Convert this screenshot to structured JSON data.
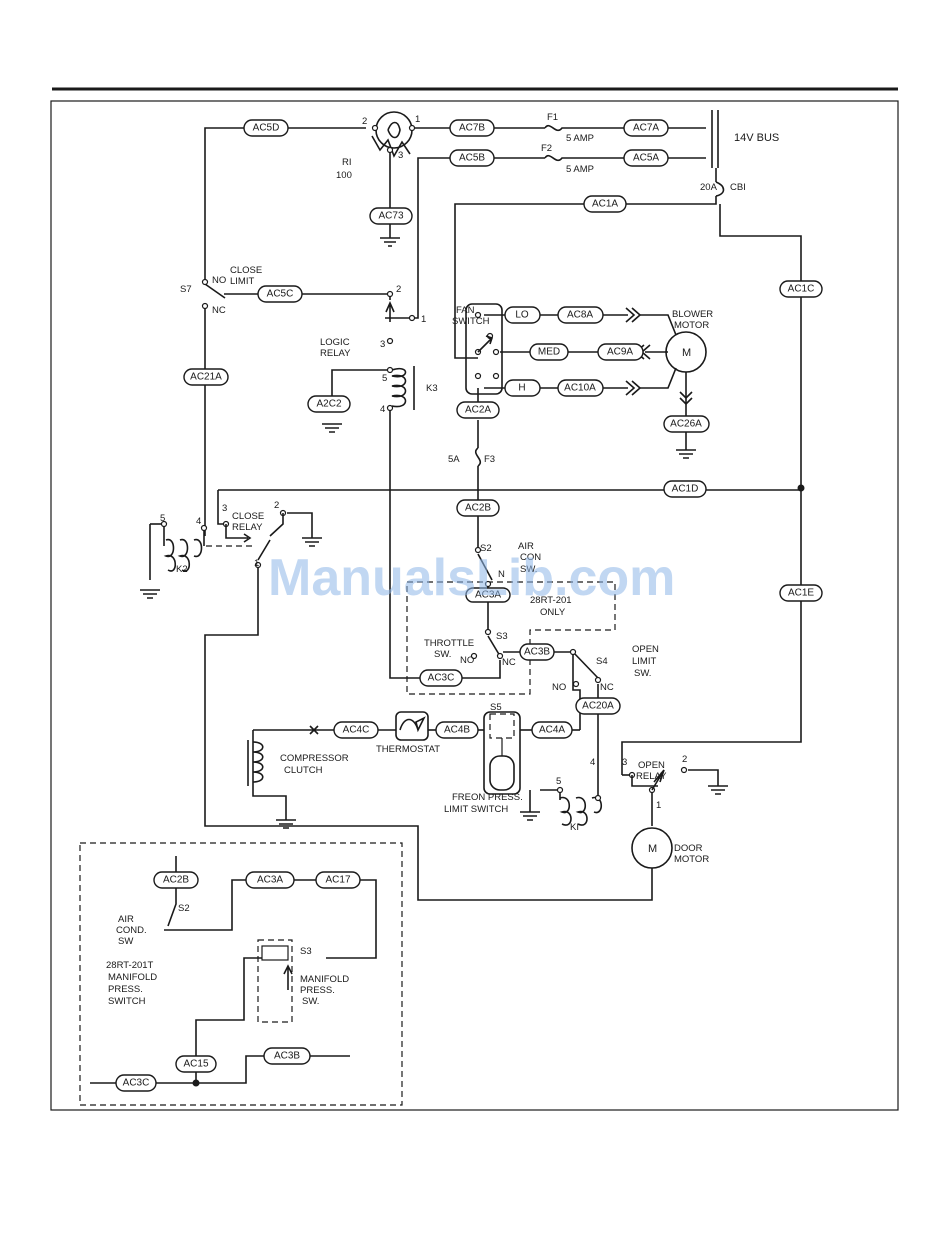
{
  "wires": {
    "ac5d": "AC5D",
    "ac7b": "AC7B",
    "ac7a": "AC7A",
    "ac5b": "AC5B",
    "ac5a": "AC5A",
    "ac73": "AC73",
    "ac1a": "AC1A",
    "ac1c": "AC1C",
    "ac5c": "AC5C",
    "ac8a": "AC8A",
    "ac9a": "AC9A",
    "ac10a": "AC10A",
    "ac2a": "AC2A",
    "ac26a": "AC26A",
    "ac21a": "AC21A",
    "a2c2": "A2C2",
    "ac2b": "AC2B",
    "ac1d": "AC1D",
    "ac1e": "AC1E",
    "ac3a": "AC3A",
    "ac3b": "AC3B",
    "ac3c": "AC3C",
    "ac20a": "AC20A",
    "ac4c": "AC4C",
    "ac4b": "AC4B",
    "ac4a": "AC4A",
    "lo": "LO",
    "med": "MED",
    "h": "H",
    "inset_ac2b": "AC2B",
    "inset_ac3a": "AC3A",
    "inset_ac17": "AC17",
    "inset_ac15": "AC15",
    "inset_ac3b": "AC3B",
    "inset_ac3c": "AC3C"
  },
  "labels": {
    "r1": "RI",
    "r1_value": "100",
    "f1": "F1",
    "f2": "F2",
    "f1_amp": "5 AMP",
    "f2_amp": "5 AMP",
    "bus": "14V BUS",
    "cb1_rating": "20A",
    "cb1": "CBI",
    "s7": "S7",
    "close_limit_1": "CLOSE",
    "close_limit_2": "LIMIT",
    "no": "NO",
    "nc": "NC",
    "logic_relay_1": "LOGIC",
    "logic_relay_2": "RELAY",
    "k3": "K3",
    "fan_switch_1": "FAN",
    "fan_switch_2": "SWITCH",
    "blower_1": "BLOWER",
    "blower_2": "MOTOR",
    "motor_m": "M",
    "f3_rating": "5A",
    "f3": "F3",
    "close_relay_1": "CLOSE",
    "close_relay_2": "RELAY",
    "k2": "K2",
    "s2": "S2",
    "s2_n": "N",
    "air_cond_1": "AIR",
    "air_cond_2": "CON",
    "air_cond_3": "SW.",
    "only_1": "28RT-201",
    "only_2": "ONLY",
    "s3": "S3",
    "throttle_1": "THROTTLE",
    "throttle_2": "SW.",
    "s3_no": "NO",
    "s3_nc": "NC",
    "s4": "S4",
    "open_limit_1": "OPEN",
    "open_limit_2": "LIMIT",
    "open_limit_3": "SW.",
    "s4_no": "NO",
    "s4_nc": "NC",
    "s5": "S5",
    "thermostat": "THERMOSTAT",
    "compressor_1": "COMPRESSOR",
    "compressor_2": "CLUTCH",
    "freon_1": "FREON PRESS.",
    "freon_2": "LIMIT SWITCH",
    "k1": "KI",
    "open_relay_1": "OPEN",
    "open_relay_2": "RELAY",
    "door_motor_1": "DOOR",
    "door_motor_2": "MOTOR",
    "inset_s2": "S2",
    "inset_air_1": "AIR",
    "inset_air_2": "COND.",
    "inset_air_3": "SW",
    "inset_model_1": "28RT-201T",
    "inset_model_2": "MANIFOLD",
    "inset_model_3": "PRESS.",
    "inset_model_4": "SWITCH",
    "inset_s3": "S3",
    "inset_manifold_1": "MANIFOLD",
    "inset_manifold_2": "PRESS.",
    "inset_manifold_3": "SW.",
    "pins": {
      "p1": "1",
      "p2": "2",
      "p3": "3",
      "p4": "4",
      "p5": "5"
    }
  },
  "watermark": "ManualsLib.com",
  "colors": {
    "ink": "#1a1a1a",
    "watermark": "#8fb7e8",
    "paper": "#ffffff"
  }
}
